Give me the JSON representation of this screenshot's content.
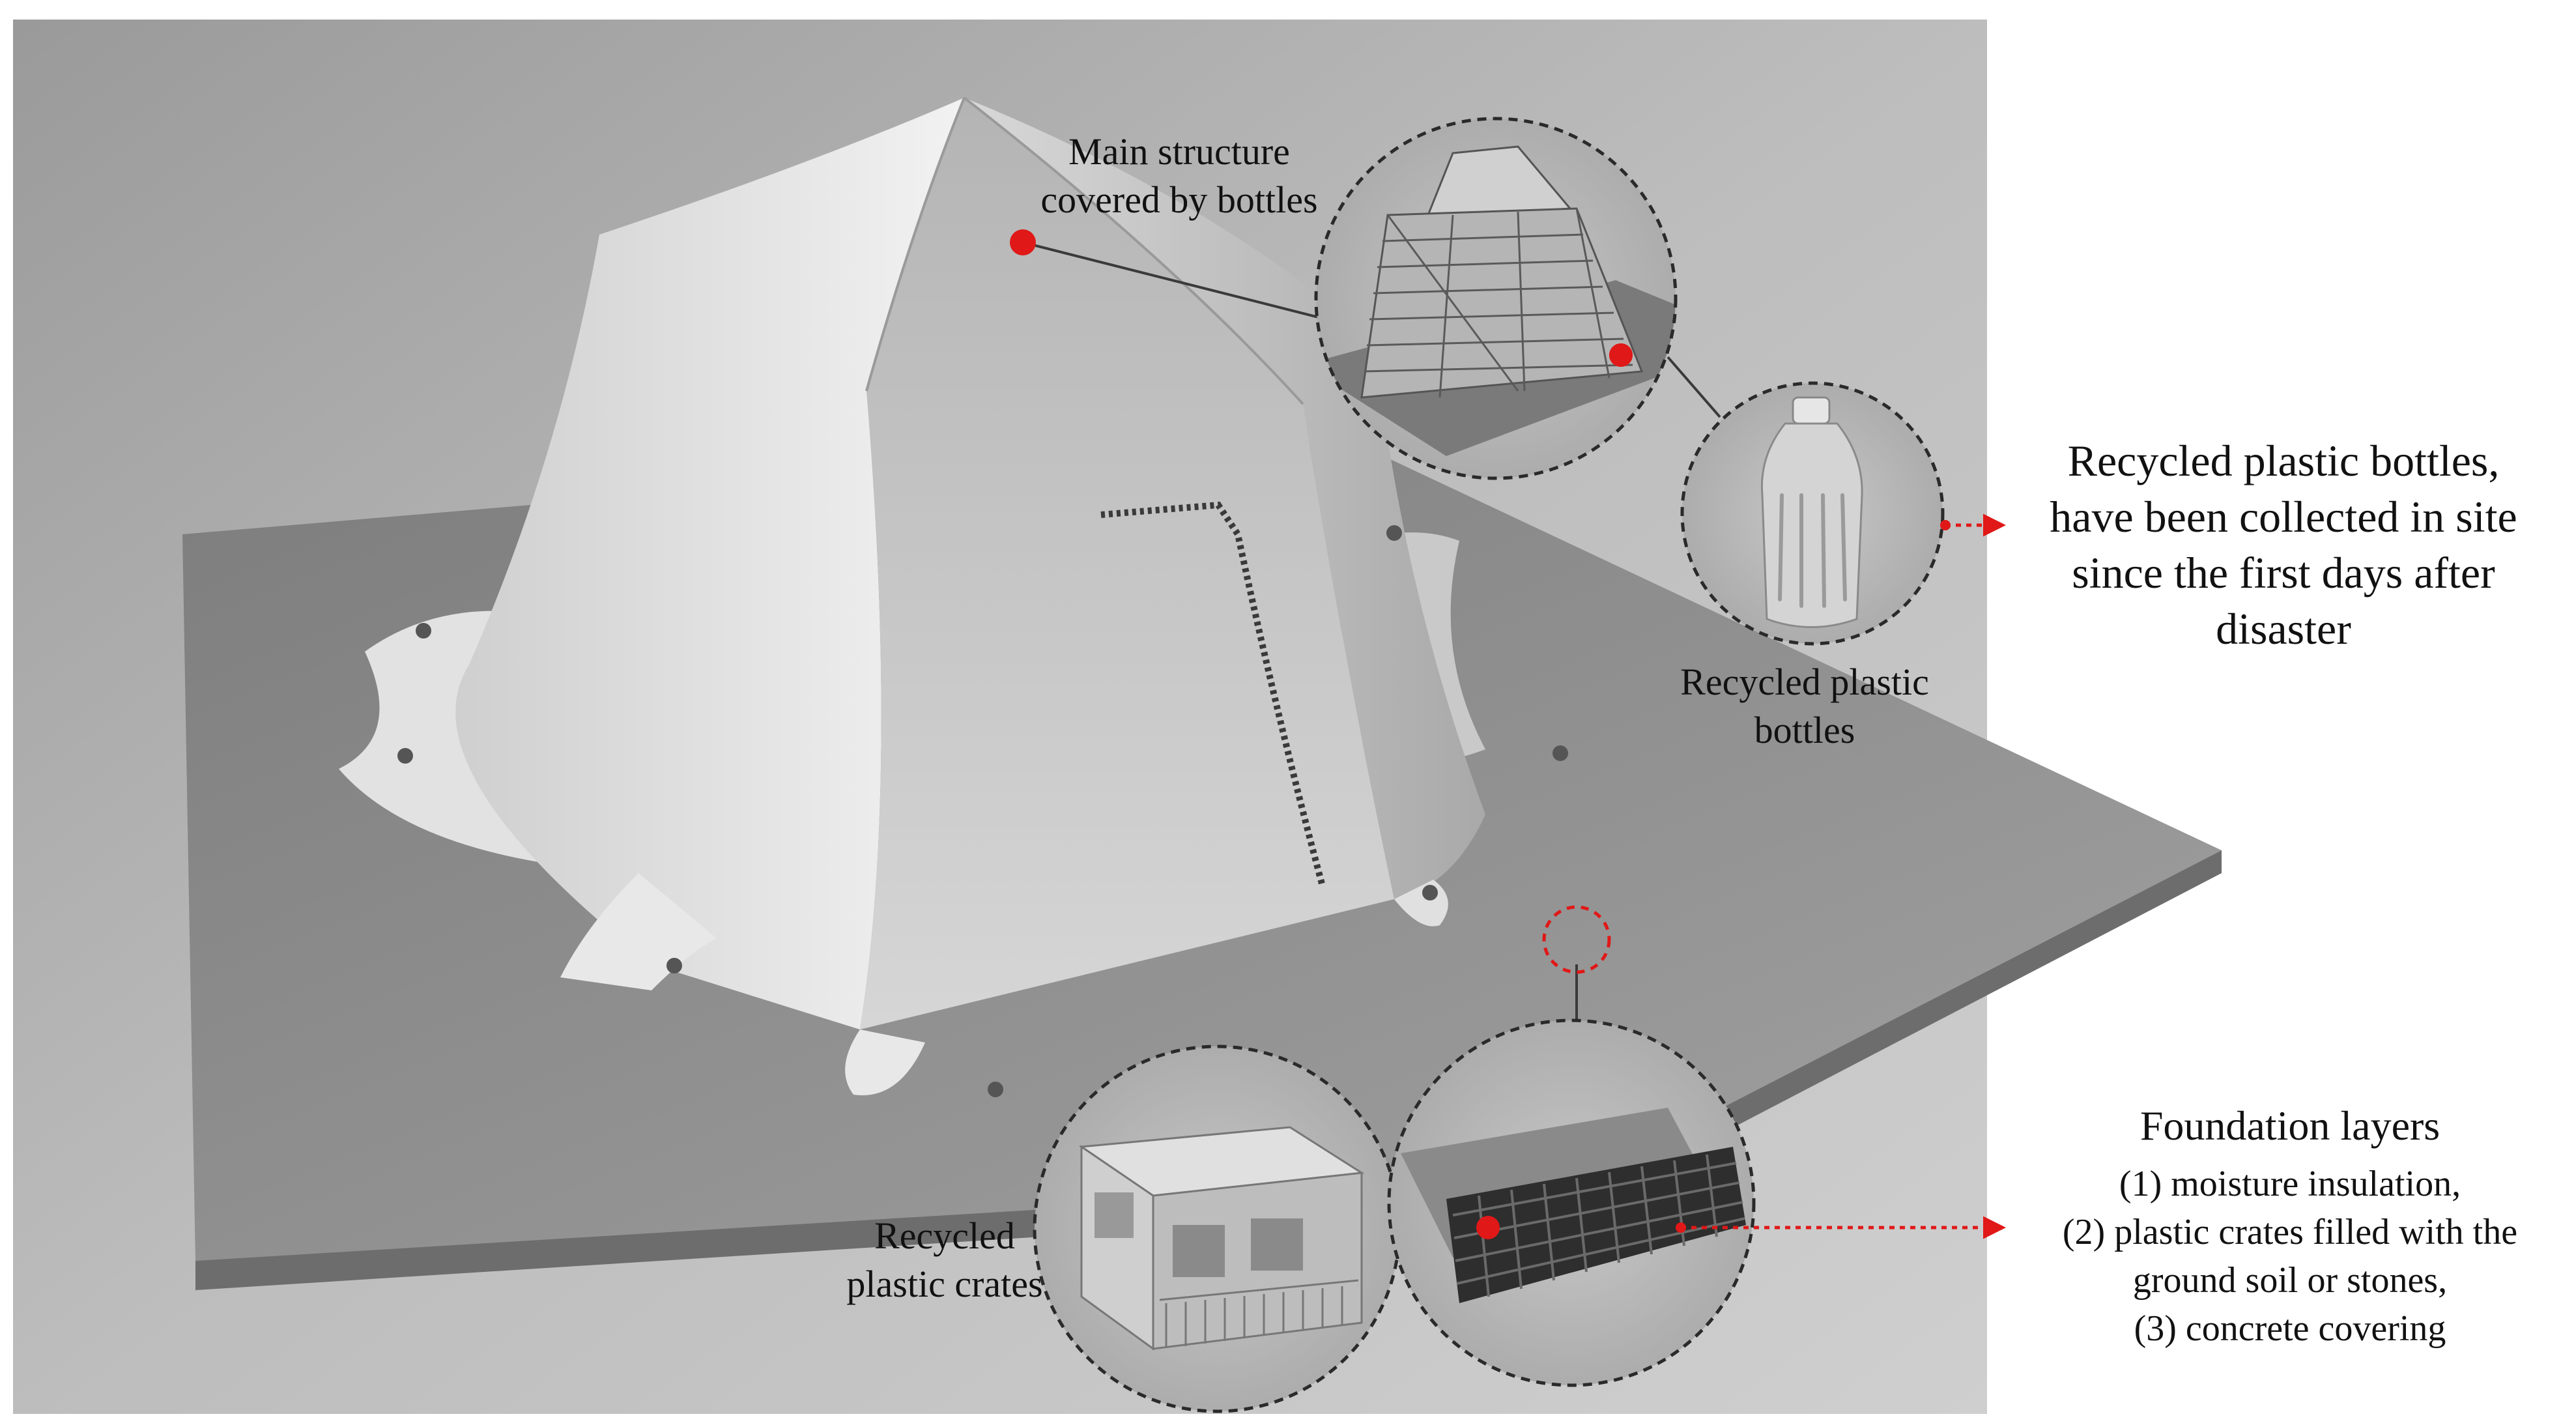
{
  "labels": {
    "main_structure": [
      "Main structure",
      "covered by bottles"
    ],
    "bottles_inset": [
      "Recycled plastic",
      "bottles"
    ],
    "crates_inset": [
      "Recycled",
      "plastic crates"
    ],
    "bottles_note": [
      "Recycled plastic bottles,",
      "have been collected in site",
      "since the first days after",
      "disaster"
    ],
    "foundation_title": "Foundation layers",
    "foundation_items": [
      "(1) moisture insulation,",
      "(2) plastic crates filled with the",
      "ground soil or stones,",
      "(3) concrete covering"
    ]
  },
  "colors": {
    "marker": "#e01818",
    "leader": "#e01818",
    "outline": "#2a2a2a",
    "scene_background": "#b9b9b9",
    "tent_fabric": "#e6e6e6",
    "base_slab": "#8e8e8e",
    "text": "#111111"
  },
  "icons": [
    "tent-model",
    "bottle-frame-model",
    "plastic-bottle",
    "crate-module",
    "crate-grid"
  ]
}
